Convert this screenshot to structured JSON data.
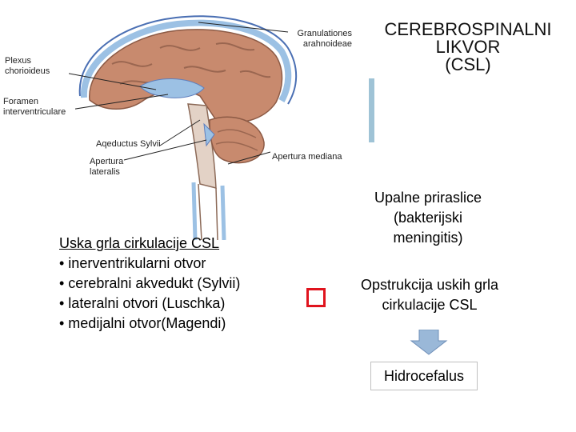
{
  "labels": {
    "granulationes": "Granulationes\narahnoideae",
    "plexus": "Plexus\nchorioideus",
    "foramen": "Foramen\ninterventriculare",
    "aqeductus": "Aqeductus Sylvii",
    "apertura_lateralis": "Apertura\nlateralis",
    "apertura_mediana": "Apertura mediana"
  },
  "title": {
    "line1": "CEREBROSPINALNI",
    "line2": "LIKVOR",
    "line3": "(CSL)"
  },
  "narrow_points": {
    "heading": "Uska grla cirkulacije CSL",
    "items": [
      "• inerventrikularni otvor",
      "• cerebralni akvedukt (Sylvii)",
      "• lateralni otvori (Luschka)",
      "• medijalni otvor(Magendi)"
    ]
  },
  "flow": {
    "adhesions": "Upalne priraslice\n(bakterijski\nmeningitis)",
    "obstruction": "Opstrukcija uskih grla\ncirkulacije CSL",
    "result": "Hidrocefalus"
  },
  "colors": {
    "accent": "#9fc3d6",
    "arrow_fill": "#9ab8d8",
    "marker_red": "#e0141e"
  }
}
